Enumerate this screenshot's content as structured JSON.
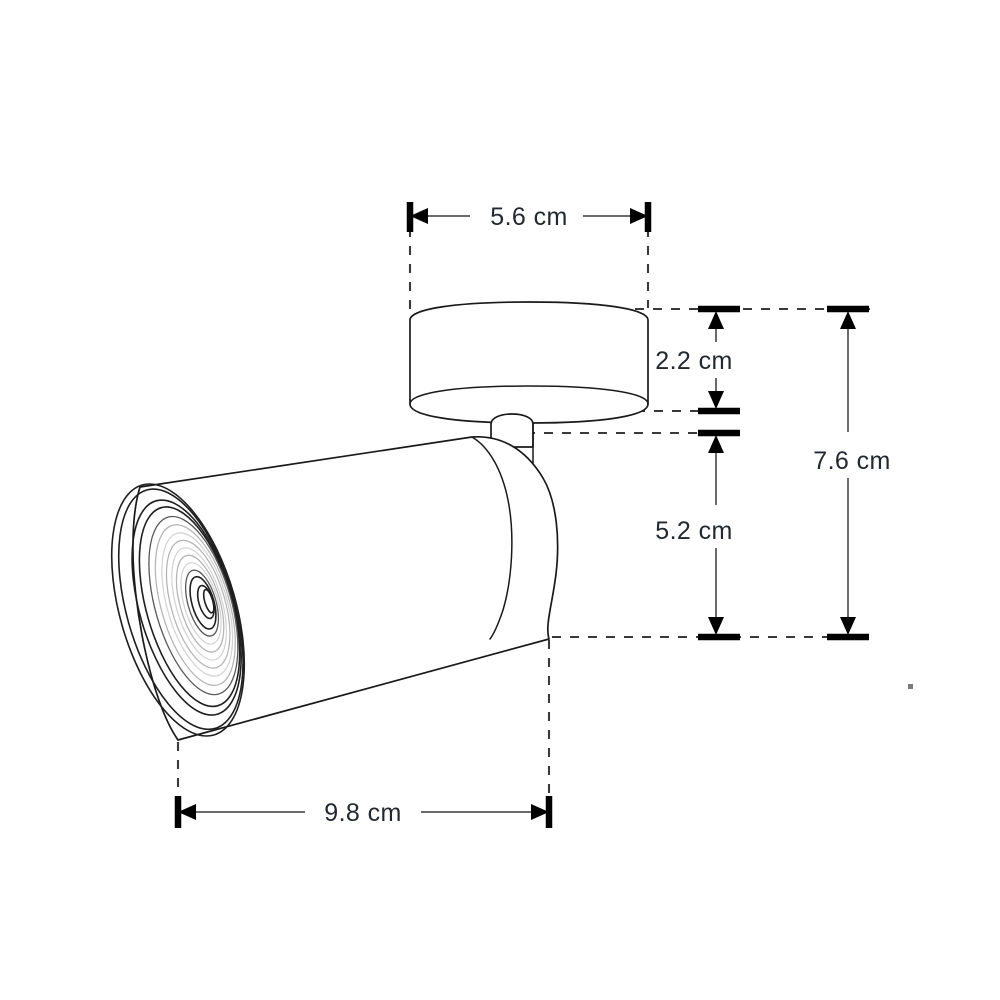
{
  "diagram": {
    "title": "Spotlight dimension drawing",
    "object_name": "ceiling-spotlight",
    "units": "cm",
    "line_color": "#1a1a1a",
    "label_color": "#23282e",
    "background": "#ffffff"
  },
  "dimensions": {
    "base_width": {
      "value": "5.6 cm",
      "name": "base-width-dimension",
      "orientation": "horizontal",
      "position": "top"
    },
    "base_height": {
      "value": "2.2 cm",
      "name": "base-height-dimension",
      "orientation": "vertical",
      "position": "right-inner-upper"
    },
    "head_height": {
      "value": "5.2 cm",
      "name": "head-height-dimension",
      "orientation": "vertical",
      "position": "right-inner-lower"
    },
    "total_height": {
      "value": "7.6 cm",
      "name": "total-height-dimension",
      "orientation": "vertical",
      "position": "right-outer"
    },
    "head_length": {
      "value": "9.8 cm",
      "name": "head-length-dimension",
      "orientation": "horizontal",
      "position": "bottom"
    }
  },
  "parts": {
    "mounting_base": "mounting-base-cylinder",
    "stem": "connector-stem",
    "head": "lamp-head-cylinder",
    "lens": "fresnel-lens-face"
  }
}
